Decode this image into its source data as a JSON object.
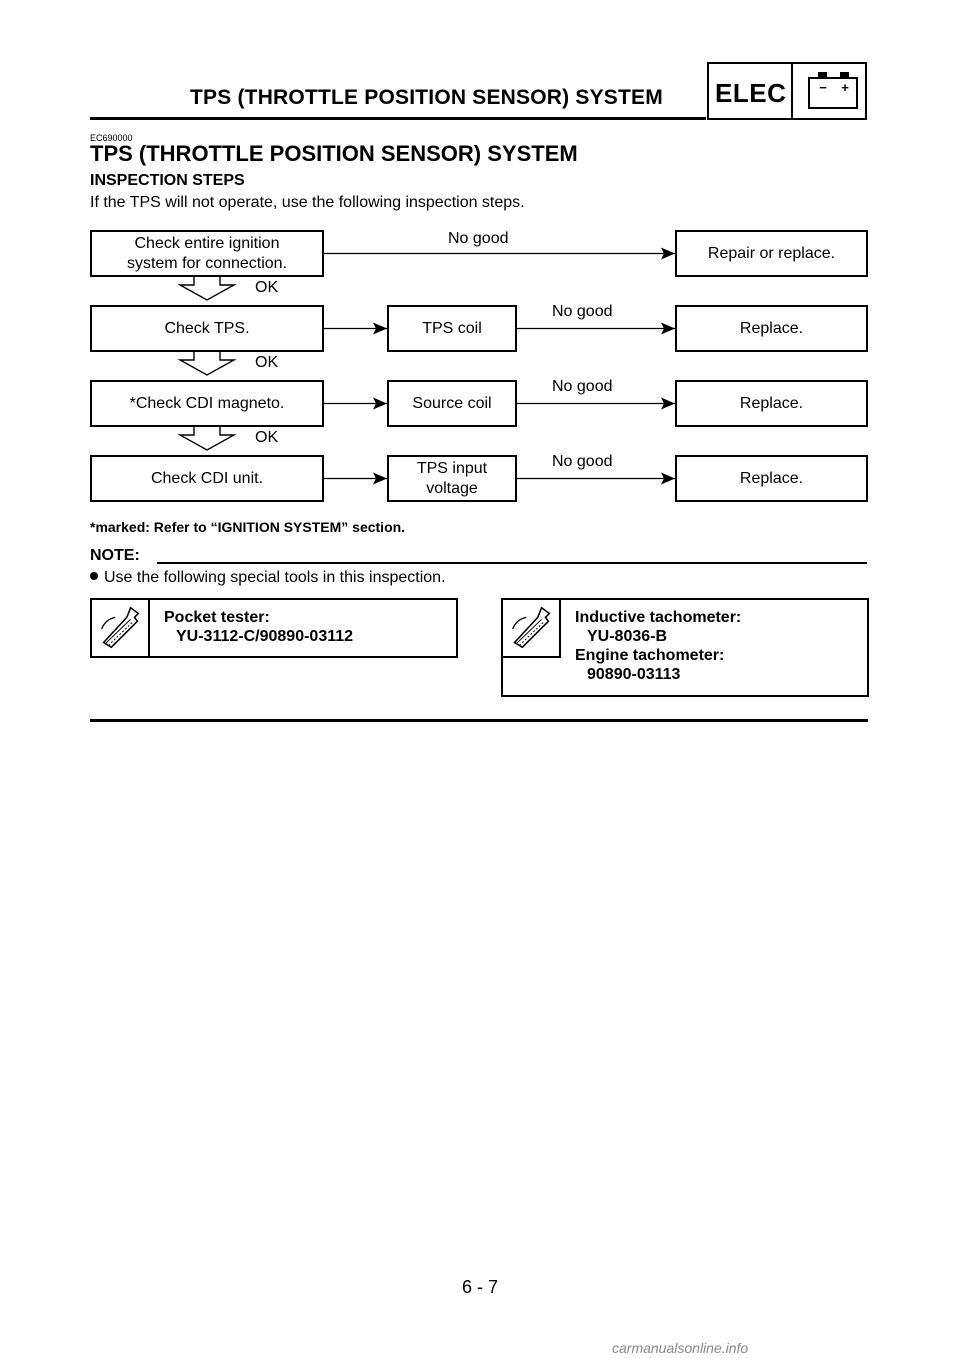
{
  "header": {
    "title": "TPS (THROTTLE POSITION SENSOR) SYSTEM",
    "section_badge": "ELEC",
    "battery_icon": "battery-icon",
    "battery_minus": "−",
    "battery_plus": "+"
  },
  "section": {
    "code": "EC690000",
    "title": "TPS (THROTTLE POSITION SENSOR) SYSTEM",
    "subtitle": "INSPECTION STEPS",
    "intro": "If the TPS will not operate, use the following inspection steps."
  },
  "flowchart": {
    "steps": [
      {
        "check": "Check entire ignition\nsystem for connection.",
        "item": "",
        "result": "Repair or replace.",
        "fail_label": "No good",
        "pass_label": "OK"
      },
      {
        "check": "Check TPS.",
        "item": "TPS coil",
        "result": "Replace.",
        "fail_label": "No good",
        "pass_label": "OK"
      },
      {
        "check": "*Check CDI magneto.",
        "item": "Source coil",
        "result": "Replace.",
        "fail_label": "No good",
        "pass_label": "OK"
      },
      {
        "check": "Check CDI unit.",
        "item": "TPS input\nvoltage",
        "result": "Replace.",
        "fail_label": "No good",
        "pass_label": ""
      }
    ]
  },
  "footnote": "*marked: Refer to “IGNITION SYSTEM” section.",
  "note": {
    "label": "NOTE:",
    "items": [
      "Use the following special tools in this inspection."
    ]
  },
  "tools": [
    {
      "icon": "wrench-tool-icon",
      "lines": [
        {
          "text": "Pocket tester:",
          "indent": false
        },
        {
          "text": "YU-3112-C/90890-03112",
          "indent": true
        }
      ]
    },
    {
      "icon": "wrench-tool-icon",
      "lines": [
        {
          "text": "Inductive tachometer:",
          "indent": false
        },
        {
          "text": "YU-8036-B",
          "indent": true
        },
        {
          "text": "Engine tachometer:",
          "indent": false
        },
        {
          "text": "90890-03113",
          "indent": true
        }
      ]
    }
  ],
  "page_number": "6 - 7",
  "watermark": "carmanualsonline.info"
}
